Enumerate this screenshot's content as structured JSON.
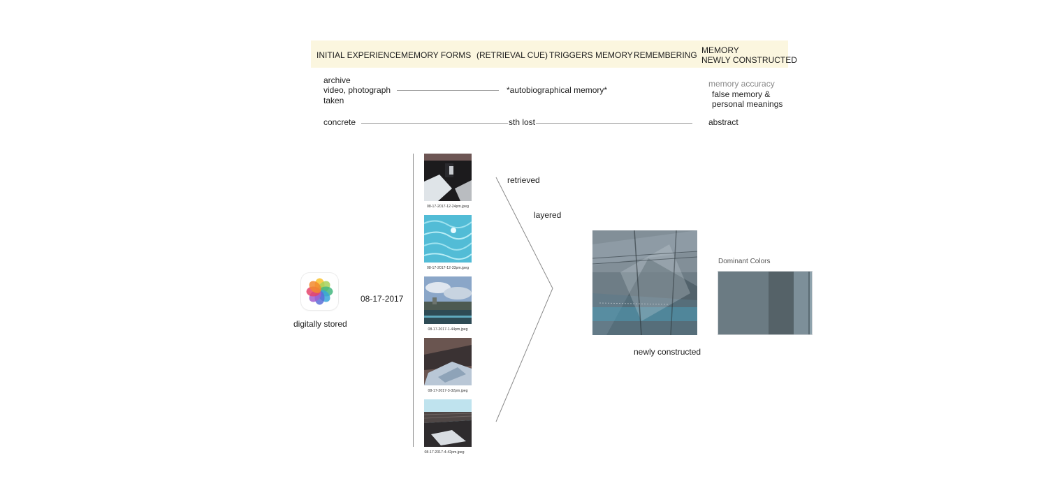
{
  "stages": [
    "INITIAL EXPERIENCE",
    "MEMORY FORMS",
    "(RETRIEVAL CUE)",
    "TRIGGERS MEMORY",
    "REMEMBERING",
    "MEMORY",
    "NEWLY CONSTRUCTED"
  ],
  "process_row": {
    "archive_lines": [
      "archive",
      "video, photograph",
      "taken"
    ],
    "autobiographical": "*autobiographical memory*",
    "accuracy": "memory accuracy",
    "false_memory_lines": [
      "false memory &",
      "personal meanings"
    ]
  },
  "spectrum_row": {
    "left": "concrete",
    "middle": "sth lost",
    "right": "abstract"
  },
  "source": {
    "label": "digitally stored",
    "date": "08-17-2017",
    "icon": "photos-app-icon"
  },
  "photos": [
    {
      "caption": "08-17-2017-12-24pm.jpeg"
    },
    {
      "caption": "08-17-2017-12-33pm.jpeg"
    },
    {
      "caption": "08-17-2017-1-44pm.jpeg"
    },
    {
      "caption": "08-17-2017-3-32pm.jpeg"
    },
    {
      "caption": "08-17-2017-4-42pm.jpeg"
    }
  ],
  "steps": {
    "retrieved": "retrieved",
    "layered": "layered",
    "result": "newly constructed"
  },
  "dominant": {
    "title": "Dominant Colors",
    "colors": [
      "#6b7b83",
      "#556268",
      "#7d8f99",
      "#5a6a72",
      "#8fa3ad"
    ]
  },
  "colors": {
    "band": "#fbf6df",
    "line": "#9a9a9a"
  }
}
